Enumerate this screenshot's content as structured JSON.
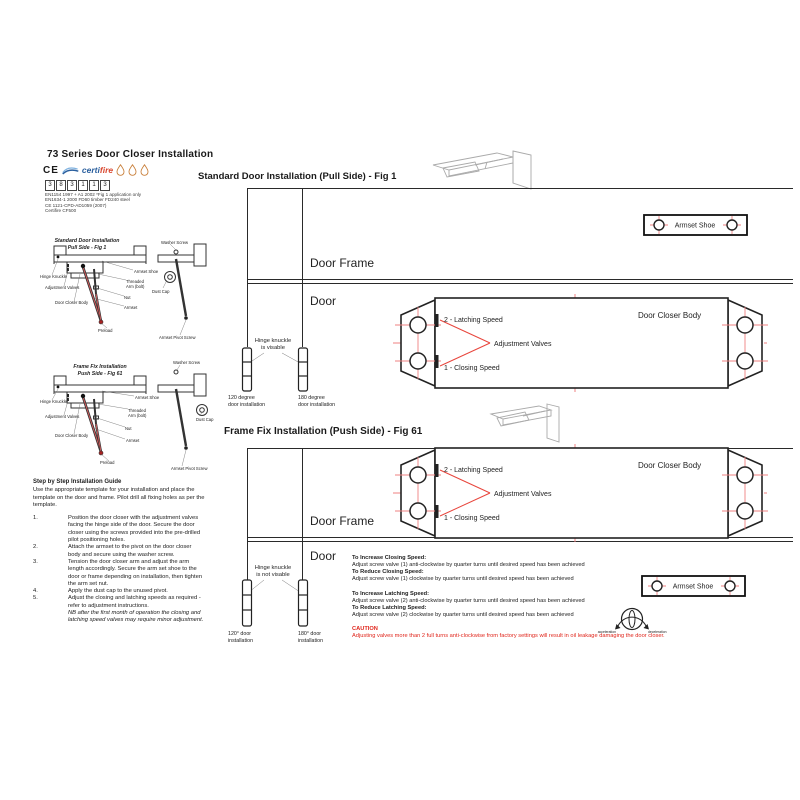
{
  "header": {
    "title": "73 Series Door Closer Installation",
    "ce": "CE",
    "brand_certi": "certi",
    "brand_fire": "fire",
    "digits": [
      "3",
      "8",
      "3",
      "1",
      "1",
      "3"
    ],
    "cert_lines": [
      "EN1154 1997 + A1 2002 *Fig 1 application only",
      "EN1634-1 2000 FD60 timber FD240 steel",
      "CE 1121-CPD-AD1059 (2007)",
      "Certifire CF500"
    ]
  },
  "parts": {
    "hinge_knuckle": "Hinge Knuckle",
    "adjustment_valves": "Adjustment Valves",
    "door_closer_body": "Door Closer Body",
    "armset_shoe": "Armset Shoe",
    "threaded_1": "Threaded",
    "threaded_2": "Arm (bolt)",
    "nut": "Nut",
    "armset": "Armset",
    "preload": "Preload",
    "washer_screw": "Washer Screw",
    "dust_cap": "Dust Cap",
    "armset_pivot_screw": "Armset Pivot Screw"
  },
  "small_fig1": {
    "title1": "Standard Door Installation",
    "title2": "Pull Side - Fig 1"
  },
  "small_fig61": {
    "title1": "Frame Fix Installation",
    "title2": "Push Side - Fig 61"
  },
  "guide": {
    "heading": "Step by Step Installation Guide",
    "intro": "Use the appropriate template for your installation and place the template on the door and frame. Pilot drill all fixing holes as per the template.",
    "steps": [
      {
        "num": "1.",
        "text": "Position the door closer with the adjustment valves facing the hinge side of the door. Secure the door closer using the screws provided into the pre-drilled pilot positioning holes."
      },
      {
        "num": "2.",
        "text": "Attach the armset to the pivot on the door closer body and secure using the washer screw."
      },
      {
        "num": "3.",
        "text": "Tension the door closer arm and adjust the arm length accordingly. Secure the arm set shoe to the door or frame depending on installation, then tighten the arm set nut."
      },
      {
        "num": "4.",
        "text": "Apply the dust cap to the unused pivot."
      },
      {
        "num": "5.",
        "text": "Adjust the closing and latching speeds as required - refer to adjustment instructions."
      }
    ],
    "note": "NB after the first month of operation the closing and latching speed valves may require minor adjustment."
  },
  "fig1": {
    "heading": "Standard Door Installation (Pull Side) - Fig 1",
    "door_frame": "Door Frame",
    "door": "Door",
    "armset_shoe": "Armset Shoe",
    "latching": "2 - Latching Speed",
    "closing": "1 - Closing Speed",
    "adjustment_valves": "Adjustment Valves",
    "door_closer_body": "Door Closer Body",
    "hinge_note_1": "Hinge knuckle",
    "hinge_note_2": "is visable",
    "label_120_1": "120 degree",
    "label_120_2": "door installation",
    "label_180_1": "180 degree",
    "label_180_2": "door installation"
  },
  "fig61": {
    "heading": "Frame Fix Installation (Push Side) - Fig 61",
    "door_frame": "Door Frame",
    "door": "Door",
    "armset_shoe": "Armset Shoe",
    "latching": "2 - Latching Speed",
    "closing": "1 - Closing Speed",
    "adjustment_valves": "Adjustment Valves",
    "door_closer_body": "Door Closer Body",
    "hinge_note_1": "Hinge knuckle",
    "hinge_note_2": "is not visable",
    "label_120_1": "120° door",
    "label_120_2": "installation",
    "label_180_1": "180° door",
    "label_180_2": "installation"
  },
  "adjust": {
    "blocks": [
      {
        "h": "To Increase Closing Speed:",
        "t": "Adjust screw valve (1) anti-clockwise by quarter turns until desired speed has been achieved"
      },
      {
        "h": "To Reduce Closing Speed:",
        "t": "Adjust screw valve (1) clockwise by quarter turns until desired speed has been achieved"
      },
      {
        "h": "To Increase Latching Speed:",
        "t": "Adjust screw valve (2) anti-clockwise by quarter turns until desired speed has been achieved"
      },
      {
        "h": "To Reduce Latching Speed:",
        "t": "Adjust screw valve (2) clockwise by quarter turns until desired speed has been achieved"
      }
    ],
    "caution_heading": "CAUTION",
    "caution_text": "Adjusting valves more than 2 full turns anti-clockwise from factory settings will result in oil leakage damaging the door closer.",
    "acceleration": "acceleration",
    "deceleration": "deceleration"
  },
  "colors": {
    "line_black": "#2a2a2a",
    "centerline_red": "#ef8282",
    "pointer_red": "#e8453c",
    "caution_red": "#e0261c",
    "brand_blue": "#2a5f9e",
    "flame_orange": "#c9803c"
  }
}
